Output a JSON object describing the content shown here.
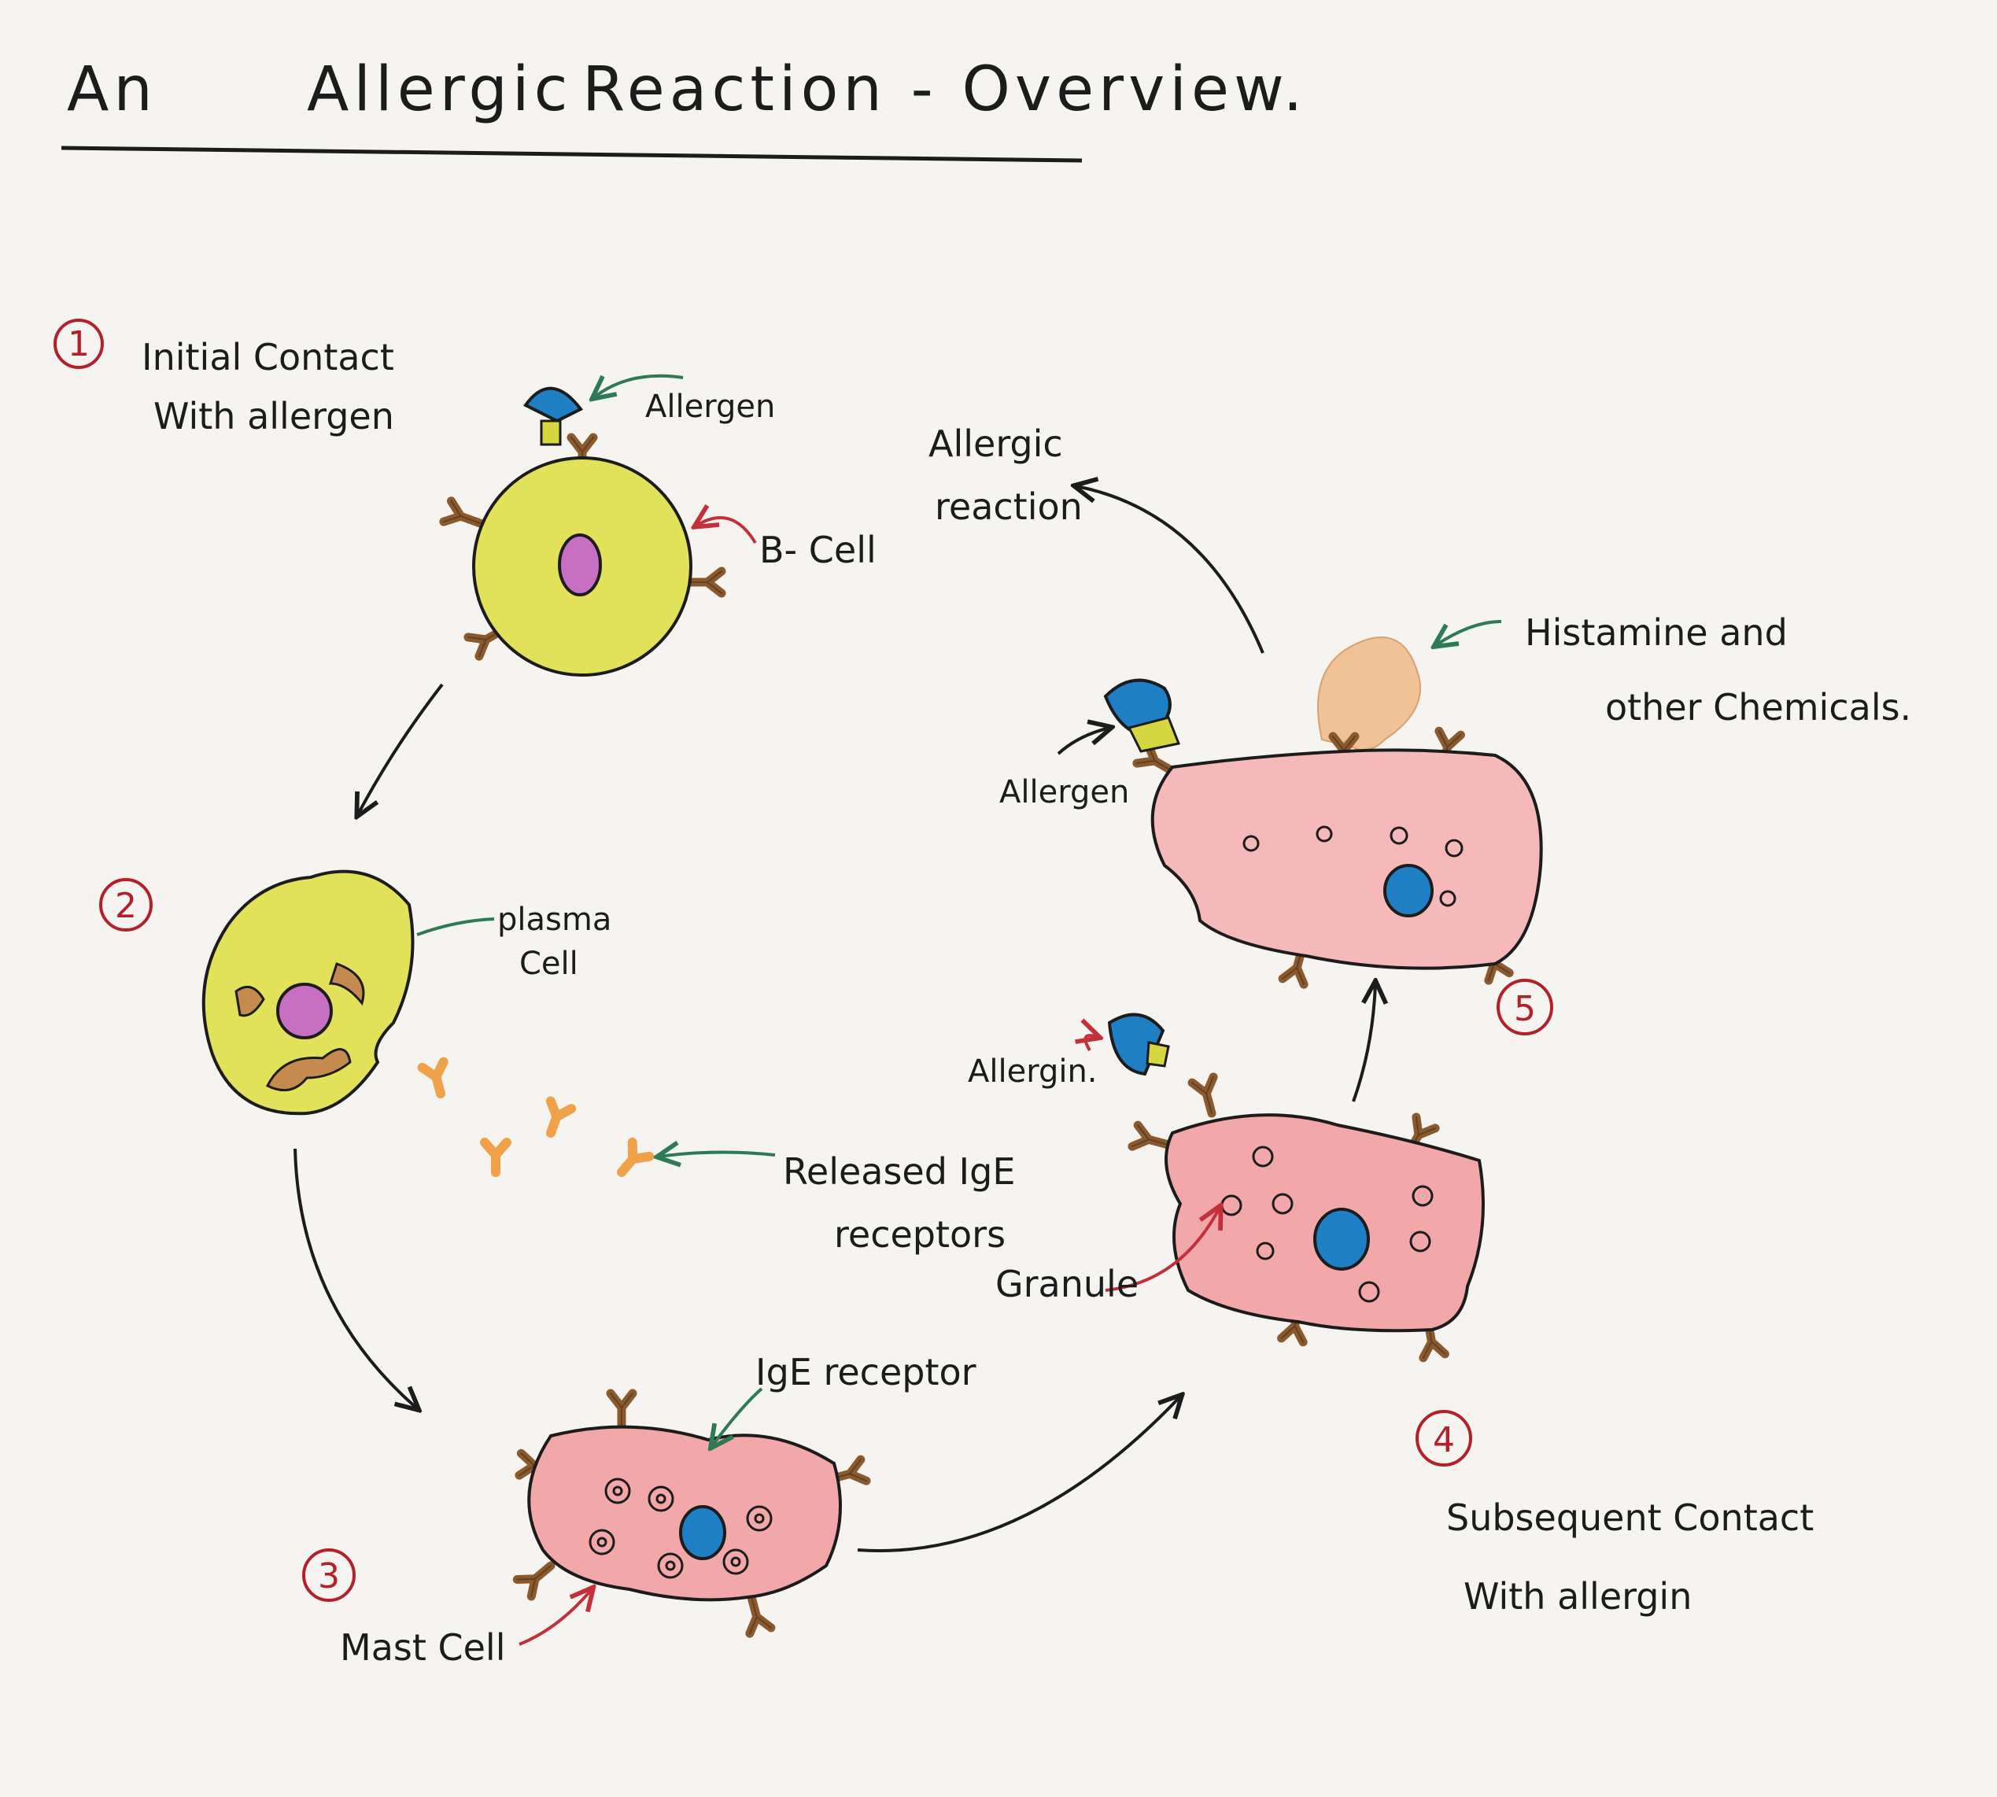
{
  "title": {
    "word1": "An",
    "word2": "Allergic",
    "word3": "Reaction - Overview."
  },
  "steps": {
    "s1": {
      "num": "1",
      "line1": "Initial  Contact",
      "line2": "With  allergen"
    },
    "s2": {
      "num": "2"
    },
    "s3": {
      "num": "3"
    },
    "s4": {
      "num": "4",
      "line1": "Subsequent  Contact",
      "line2": "With  allergin"
    },
    "s5": {
      "num": "5"
    }
  },
  "labels": {
    "allergen_1": "Allergen",
    "b_cell": "B- Cell",
    "plasma_line1": "plasma",
    "plasma_line2": "Cell",
    "released_line1": "Released  IgE",
    "released_line2": "receptors",
    "ige_receptor": "IgE  receptor",
    "mast_cell": "Mast  Cell",
    "granule": "Granule",
    "allergen_4": "Allergin.",
    "allergen_5": "Allergen",
    "allergic_line1": "Allergic",
    "allergic_line2": "reaction",
    "histamine_line1": "Histamine  and",
    "histamine_line2": "other  Chemicals."
  },
  "colors": {
    "ink": "#1c1c1c",
    "step_circle": "#b3202a",
    "cell_yellow": "#e2e25a",
    "cell_pink": "#f2a8a8",
    "nucleus_purple": "#c76fc2",
    "nucleus_blue": "#1f7fc4",
    "receptor_brown": "#8a5a2e",
    "ige_orange": "#f0a24a",
    "histamine_orange": "#f1c296",
    "pointer_green": "#2e7a55",
    "pointer_red": "#c3303a"
  }
}
